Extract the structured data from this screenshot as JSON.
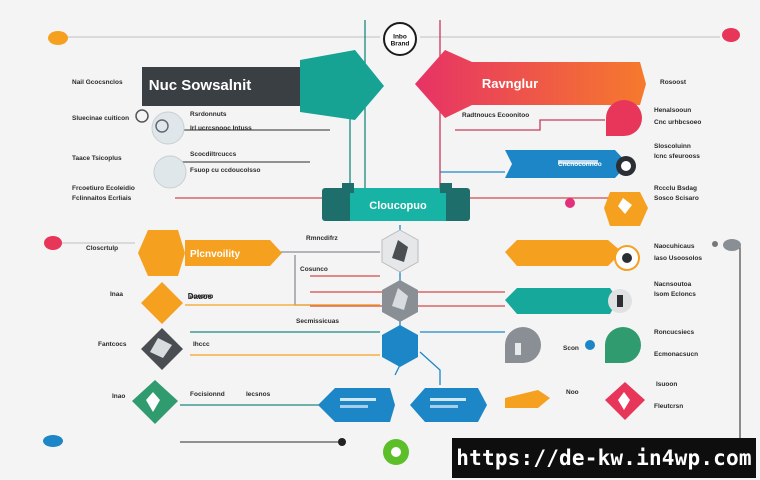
{
  "diagram": {
    "top_badge_label": "Inbo\nBrand",
    "header_left_label": "Nuc Sowsalnit",
    "header_right_label": "Ravnglur",
    "center_bar_label": "Cloucopuo",
    "left_notes": [
      "Nail Gcocsnclos",
      "Sluecinae cuiticon",
      "Taace Tsicoplus",
      "Frcoetiuro Ecoleidio",
      "Fclinnaitos Ecrliais",
      "Closcrtulp",
      "Inaa",
      "Fantcocs",
      "Inao"
    ],
    "mid_left_notes": [
      "Rsrdonnuts",
      "Irl ucrcsnooc Intuss",
      "Scocdiltrcuccs",
      "Fsuop cu ccdoucolsso",
      "Rmncdifrz",
      "Iaooonn",
      "Cosunco",
      "Ihccc",
      "Focisionnd",
      "Iecsnos",
      "Secmissicuas"
    ],
    "right_notes": [
      "Rosoost",
      "Henalsooun",
      "Cnc urhbcsoeo",
      "Sloscoluinn",
      "Icnc sfeurooss",
      "Rccclu Bsdag",
      "Sosco Scisaro",
      "Naocuhicaus",
      "Iaso Usoosolos",
      "Nacnsoutoa",
      "Isom Ecloncs",
      "Roncucsiecs",
      "Ecmonacsucn",
      "Isuoon",
      "Fleutcrsn"
    ],
    "mid_right_notes": [
      "Radtnoucs Ecoonitoo",
      "Cncnoconnoo",
      "Scon",
      "Noo"
    ],
    "left_arrows": [
      {
        "label": "Plcnvoility"
      },
      {
        "label": "Dauos"
      },
      {
        "label": ""
      },
      {
        "label": ""
      }
    ]
  },
  "watermark": {
    "text": "https://de-kw.in4wp.com"
  },
  "colors": {
    "teal": "#15a89b",
    "dark_teal": "#1e6f6c",
    "orange": "#f6a020",
    "red": "#e8365a",
    "magenta": "#e3307a",
    "blue": "#1c86c7",
    "green": "#2f9b6e",
    "gray": "#8a8f95",
    "dark_gray": "#4a4e53"
  }
}
